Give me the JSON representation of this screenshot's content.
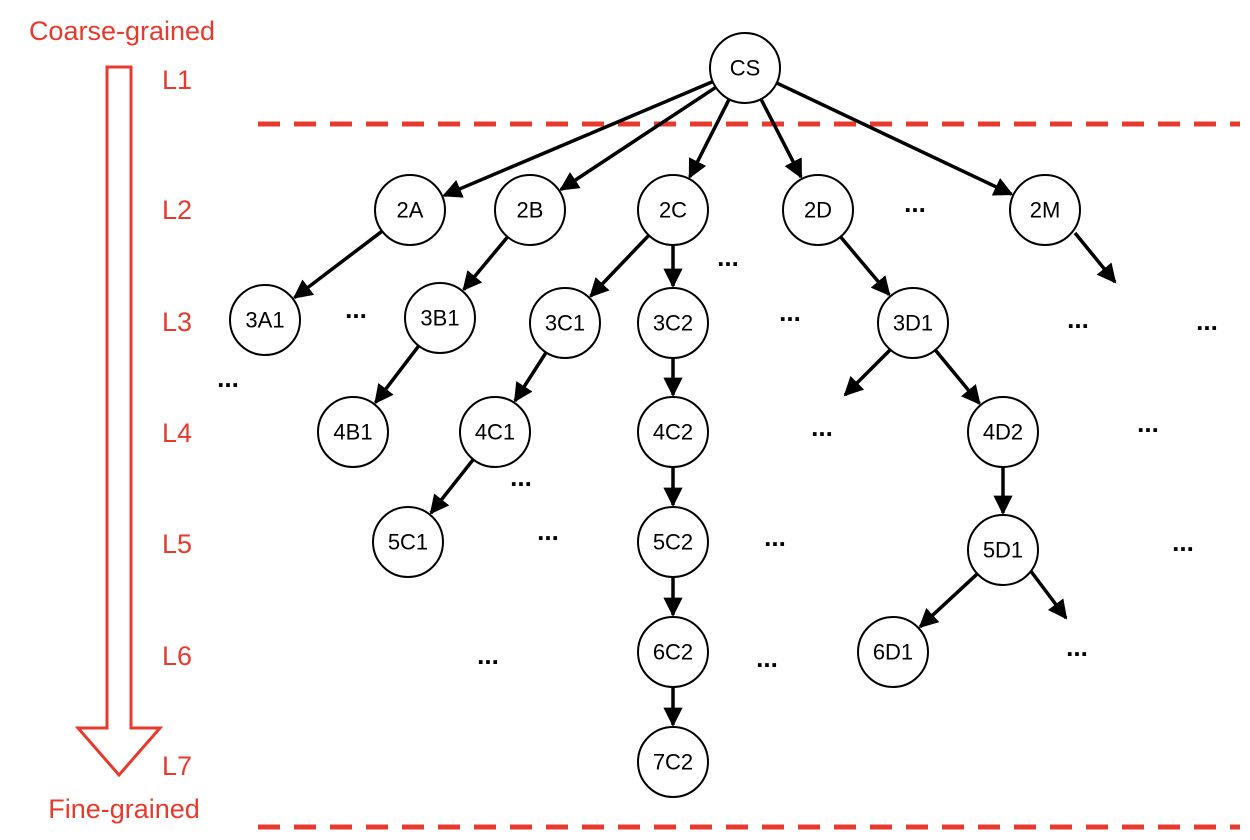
{
  "granularity": {
    "top_label": "Coarse-grained",
    "bottom_label": "Fine-grained",
    "arrow_color": "#e8392d"
  },
  "levels": [
    "L1",
    "L2",
    "L3",
    "L4",
    "L5",
    "L6",
    "L7"
  ],
  "nodes": {
    "CS": "CS",
    "2A": "2A",
    "2B": "2B",
    "2C": "2C",
    "2D": "2D",
    "2M": "2M",
    "3A1": "3A1",
    "3B1": "3B1",
    "3C1": "3C1",
    "3C2": "3C2",
    "3D1": "3D1",
    "4B1": "4B1",
    "4C1": "4C1",
    "4C2": "4C2",
    "4D2": "4D2",
    "5C1": "5C1",
    "5C2": "5C2",
    "5D1": "5D1",
    "6C2": "6C2",
    "6D1": "6D1",
    "7C2": "7C2"
  },
  "edges": [
    [
      "CS",
      "2A"
    ],
    [
      "CS",
      "2B"
    ],
    [
      "CS",
      "2C"
    ],
    [
      "CS",
      "2D"
    ],
    [
      "CS",
      "2M"
    ],
    [
      "2A",
      "3A1"
    ],
    [
      "2B",
      "3B1"
    ],
    [
      "2C",
      "3C1"
    ],
    [
      "2C",
      "3C2"
    ],
    [
      "2D",
      "3D1"
    ],
    [
      "3B1",
      "4B1"
    ],
    [
      "3C1",
      "4C1"
    ],
    [
      "3C2",
      "4C2"
    ],
    [
      "3D1",
      "4D2"
    ],
    [
      "4C1",
      "5C1"
    ],
    [
      "4C2",
      "5C2"
    ],
    [
      "4D2",
      "5D1"
    ],
    [
      "5C2",
      "6C2"
    ],
    [
      "5D1",
      "6D1"
    ],
    [
      "6C2",
      "7C2"
    ]
  ],
  "ellipsis": "...",
  "colors": {
    "accent": "#e8392d",
    "node_stroke": "#000000"
  }
}
